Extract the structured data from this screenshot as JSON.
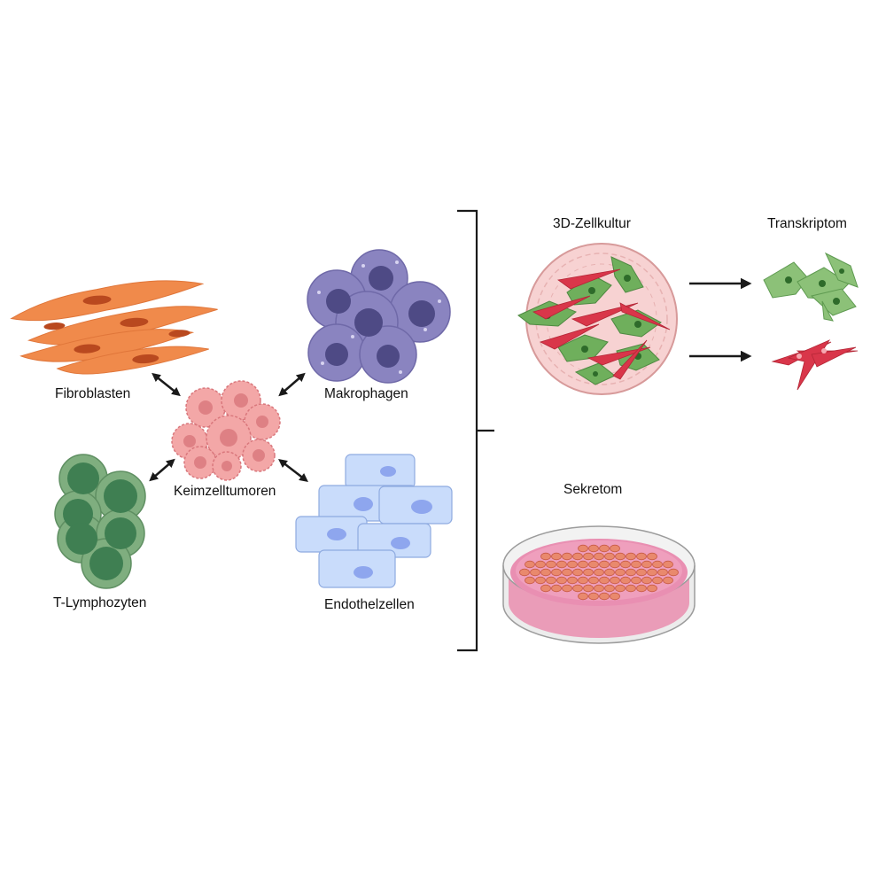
{
  "labels": {
    "fibroblasts": "Fibroblasten",
    "macrophages": "Makrophagen",
    "germ_cell_tumors": "Keimzelltumoren",
    "t_lymphocytes": "T-Lymphozyten",
    "endothelial_cells": "Endothelzellen",
    "culture_3d": "3D-Zellkultur",
    "transcriptome": "Transkriptom",
    "secretome": "Sekretom"
  },
  "colors": {
    "fibroblast": "#f08a4b",
    "fibroblast_nucleus": "#b9491f",
    "macrophage": "#8a84c0",
    "macrophage_nucleus": "#4e4a85",
    "tumor": "#f3a7a7",
    "tumor_dark": "#d9777c",
    "t_cell": "#7fae7f",
    "t_cell_nucleus": "#3f7f52",
    "endothelial": "#c9dcfb",
    "endothelial_nucleus": "#8ea6ee",
    "green_cell": "#6faf5c",
    "red_cell": "#d9364a",
    "spheroid": "#f7d2d2",
    "dish_medium": "#e98fb2",
    "arrow": "#1a1a1a"
  }
}
